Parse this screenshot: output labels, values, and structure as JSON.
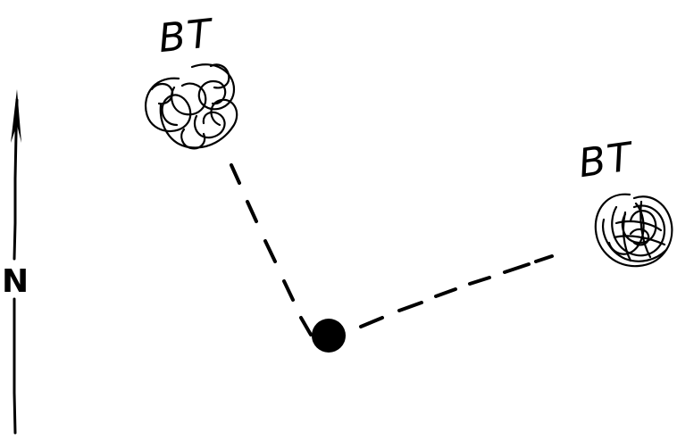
{
  "north_arrow": {
    "label": "N",
    "icon": "north-arrow-icon"
  },
  "tree_groups": [
    {
      "label": "BT"
    },
    {
      "label": "BT"
    }
  ],
  "observer": {
    "icon": "filled-dot-icon"
  },
  "colors": {
    "ink": "#000000",
    "background": "#ffffff"
  }
}
